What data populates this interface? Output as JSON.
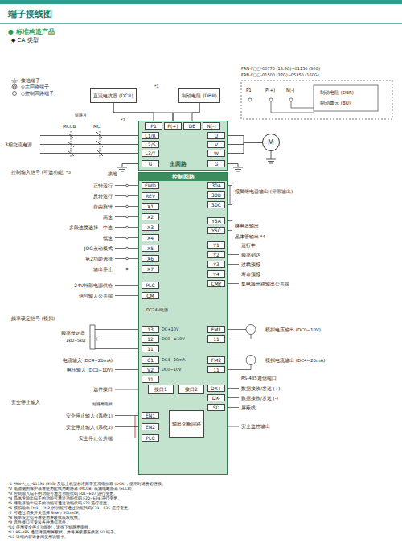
{
  "diagram": {
    "title": "端子接线图",
    "nodes": [
      {
        "text": [
          "主回路"
        ]
      },
      {
        "text": [
          "控制回路"
        ]
      },
      {
        "text": [
          "L1/R"
        ],
        "in": 0
      },
      {
        "text": [
          "L2/S"
        ],
        "in": 0
      },
      {
        "text": [
          "L3/T"
        ],
        "in": 0
      },
      {
        "text": [
          "U"
        ],
        "in": 0
      },
      {
        "text": [
          "V"
        ],
        "in": 0
      },
      {
        "text": [
          "W"
        ],
        "in": 0
      },
      {
        "text": [
          "P1"
        ],
        "in": 0
      },
      {
        "text": [
          "P(+)"
        ],
        "in": 0
      },
      {
        "text": [
          "DB"
        ],
        "in": 0
      },
      {
        "text": [
          "N(-)"
        ],
        "in": 0
      },
      {
        "text": [
          "G"
        ],
        "in": 0
      },
      {
        "text": [
          "G"
        ],
        "in": 0
      },
      {
        "text": [
          "直流电抗器 (DCR)"
        ]
      },
      {
        "text": [
          "制动电阻 (DBR)"
        ]
      },
      {
        "text": [
          "M"
        ]
      },
      {
        "text": [
          "FWD"
        ],
        "in": 1
      },
      {
        "text": [
          "REV"
        ],
        "in": 1
      },
      {
        "text": [
          "X1"
        ],
        "in": 1
      },
      {
        "text": [
          "X2"
        ],
        "in": 1
      },
      {
        "text": [
          "X3"
        ],
        "in": 1
      },
      {
        "text": [
          "X4"
        ],
        "in": 1
      },
      {
        "text": [
          "X5"
        ],
        "in": 1
      },
      {
        "text": [
          "X6"
        ],
        "in": 1
      },
      {
        "text": [
          "X7"
        ],
        "in": 1
      },
      {
        "text": [
          "PLC"
        ],
        "in": 1
      },
      {
        "text": [
          "CM"
        ],
        "in": 1
      },
      {
        "text": [
          "13"
        ],
        "in": 1
      },
      {
        "text": [
          "12"
        ],
        "in": 1
      },
      {
        "text": [
          "11"
        ],
        "in": 1
      },
      {
        "text": [
          "C1"
        ],
        "in": 1
      },
      {
        "text": [
          "V2"
        ],
        "in": 1
      },
      {
        "text": [
          "11"
        ],
        "in": 1
      },
      {
        "text": [
          "接口1"
        ],
        "in": 1
      },
      {
        "text": [
          "接口2"
        ],
        "in": 1
      },
      {
        "text": [
          "EN1"
        ],
        "in": 1
      },
      {
        "text": [
          "EN2"
        ],
        "in": 1
      },
      {
        "text": [
          "PLC"
        ],
        "in": 1
      },
      {
        "text": [
          "输出切断回路"
        ],
        "in": 1
      },
      {
        "text": [
          "30A"
        ],
        "in": 1
      },
      {
        "text": [
          "30B"
        ],
        "in": 1
      },
      {
        "text": [
          "30C"
        ],
        "in": 1
      },
      {
        "text": [
          "Y5A"
        ],
        "in": 1
      },
      {
        "text": [
          "Y5C"
        ],
        "in": 1
      },
      {
        "text": [
          "Y1"
        ],
        "in": 1
      },
      {
        "text": [
          "Y2"
        ],
        "in": 1
      },
      {
        "text": [
          "Y3"
        ],
        "in": 1
      },
      {
        "text": [
          "Y4"
        ],
        "in": 1
      },
      {
        "text": [
          "CMY"
        ],
        "in": 1
      },
      {
        "text": [
          "FM1"
        ],
        "in": 1
      },
      {
        "text": [
          "11"
        ],
        "in": 1
      },
      {
        "text": [
          "FM2"
        ],
        "in": 1
      },
      {
        "text": [
          "11"
        ],
        "in": 1
      },
      {
        "text": [
          "DX+"
        ],
        "in": 1
      },
      {
        "text": [
          "DX-"
        ],
        "in": 1
      },
      {
        "text": [
          "SD"
        ],
        "in": 1
      }
    ],
    "edges": [
      {
        "from": 5,
        "to": 16,
        "arrow": "none"
      },
      {
        "from": 6,
        "to": 16,
        "arrow": "none"
      },
      {
        "from": 7,
        "to": 16,
        "arrow": "none"
      },
      {
        "from": 8,
        "to": 14,
        "arrow": "none"
      },
      {
        "from": 9,
        "to": 14,
        "arrow": "none"
      },
      {
        "from": 9,
        "to": 15,
        "arrow": "none"
      },
      {
        "from": 10,
        "to": 15,
        "arrow": "none"
      },
      {
        "from": 36,
        "to": 39,
        "arrow": "to"
      },
      {
        "from": 37,
        "to": 39,
        "arrow": "to"
      }
    ],
    "labels": [
      "● 标准构造产品",
      "◆ CA 类型",
      "FRN-F□□-00770 (18.5G)~01150 (30G)",
      "FRN-F□□-01500 (37G)~05350 (160G)",
      "P1",
      "P(+)",
      "N(-)",
      "制动单元 (BU)",
      "制动电阻 (DBR)",
      "短路片",
      "MCCB",
      "MC",
      "3相交流电源",
      "接地",
      "*1",
      "*2",
      "控制输入信号 (可选功能) *3",
      "正转运行",
      "反转运行",
      "自由旋转",
      "高速",
      "中速",
      "低速",
      "多段速度选择",
      "JOG点动模式",
      "第2功能选择",
      "输出停止",
      "24V外部电源供给",
      "信号输入公共端",
      "DC24V电源",
      "频率设定信号 (模拟)",
      "频率设定器",
      "1kΩ~5kΩ",
      "电流输入 (DC4~20mA)",
      "电压输入 (DC0~10V)",
      "DC+10V",
      "DC0~±10V",
      "DC4~20mA",
      "DC0~10V",
      "选件接口",
      "安全停止输入",
      "短路用电线",
      "安全停止输入 (系统1)",
      "安全停止输入 (系统2)",
      "安全停止公共端",
      "报警继电器输出 (异常输出)",
      "继电器输出",
      "运行中",
      "频率到达",
      "过载预报",
      "寿命预报",
      "集电极开路输出公共端",
      "晶体管输出 *4",
      "模拟电压输出 (DC0~10V)",
      "模拟电流输出 (DC4~20mA)",
      "RS-485通信端口",
      "数据接收/发送 (+)",
      "数据接收/发送 (-)",
      "屏蔽线",
      "安全监控输出",
      "*1 FRN-F□□-01150 (55G) 及以上机型标准附带直流电抗器 (DCR)，使用时请务必连接。",
      "*2 电源侧的保护器请使用配线用断路器 (MCCB) 或漏电断路器 (ELCB)。",
      "*3 控制输入端子的功能可通过功能代码 E01~E07 进行变更。",
      "*4 晶体管输出端子的功能可通过功能代码 E20~E24 进行变更。",
      "*5 继电器输出端子的功能可通过功能代码 E27 进行变更。",
      "*6 模拟输出 FM1、FM2 的功能可通过功能代码 F31、F35 进行变更。",
      "*7 可通过切换开关选择 SINK / SOURCE。",
      "*8 频率设定信号请使用屏蔽线或双绞线。",
      "*9 选件接口可安装各种通信选件。",
      "*10 使用安全停止功能时，请拆下短路用电线。",
      "*11 RS-485 通信请使用屏蔽线，并将屏蔽层连接至 SD 端子。",
      "*12 详细内容请参阅使用说明书。"
    ],
    "legend": [
      {
        "text": "接地端子"
      },
      {
        "text": "◎主回路端子"
      },
      {
        "text": "○控制回路端子"
      }
    ]
  }
}
